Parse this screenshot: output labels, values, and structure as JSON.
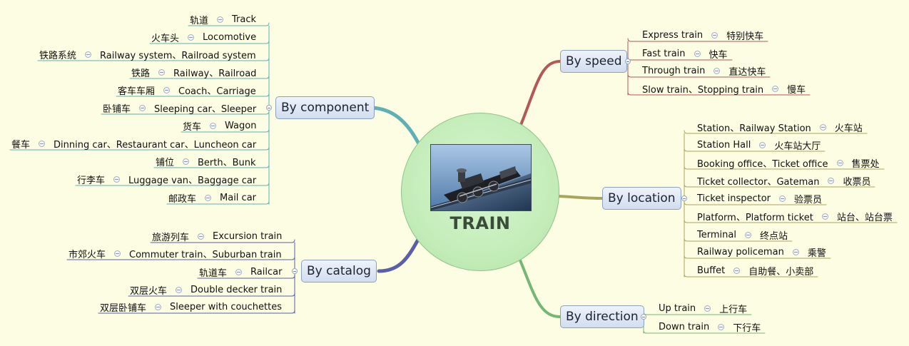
{
  "center": {
    "title": "TRAIN",
    "image": "locomotive-photo"
  },
  "colors": {
    "component": "#5fb0b3",
    "catalog": "#5b5ea8",
    "speed": "#b35757",
    "location": "#aaa55e",
    "direction": "#74b874"
  },
  "branches": {
    "component": {
      "label": "By component",
      "leaves": [
        {
          "cn": "轨道",
          "en": "Track"
        },
        {
          "cn": "火车头",
          "en": "Locomotive"
        },
        {
          "cn": "铁路系统",
          "en": "Railway system、Railroad system"
        },
        {
          "cn": "铁路",
          "en": "Railway、Railroad"
        },
        {
          "cn": "客车车厢",
          "en": "Coach、Carriage"
        },
        {
          "cn": "卧铺车",
          "en": "Sleeping car、Sleeper"
        },
        {
          "cn": "货车",
          "en": "Wagon"
        },
        {
          "cn": "餐车",
          "en": "Dinning car、Restaurant car、Luncheon car"
        },
        {
          "cn": "铺位",
          "en": "Berth、Bunk"
        },
        {
          "cn": "行李车",
          "en": "Luggage van、Baggage car"
        },
        {
          "cn": "邮政车",
          "en": "Mail car"
        }
      ]
    },
    "catalog": {
      "label": "By catalog",
      "leaves": [
        {
          "cn": "旅游列车",
          "en": "Excursion train"
        },
        {
          "cn": "市郊火车",
          "en": "Commuter train、Suburban train"
        },
        {
          "cn": "轨道车",
          "en": "Railcar"
        },
        {
          "cn": "双层火车",
          "en": "Double decker train"
        },
        {
          "cn": "双层卧铺车",
          "en": "Sleeper with couchettes"
        }
      ]
    },
    "speed": {
      "label": "By speed",
      "leaves": [
        {
          "en": "Express train",
          "cn": "特别快车"
        },
        {
          "en": "Fast train",
          "cn": "快车"
        },
        {
          "en": "Through train",
          "cn": "直达快车"
        },
        {
          "en": "Slow train、Stopping train",
          "cn": "慢车"
        }
      ]
    },
    "location": {
      "label": "By location",
      "leaves": [
        {
          "en": "Station、Railway Station",
          "cn": "火车站"
        },
        {
          "en": "Station Hall",
          "cn": "火车站大厅"
        },
        {
          "en": "Booking office、Ticket office",
          "cn": "售票处"
        },
        {
          "en": "Ticket collector、Gateman",
          "cn": "收票员"
        },
        {
          "en": "Ticket inspector",
          "cn": "验票员"
        },
        {
          "en": "Platform、Platform ticket",
          "cn": "站台、站台票"
        },
        {
          "en": "Terminal",
          "cn": "终点站"
        },
        {
          "en": "Railway policeman",
          "cn": "乘警"
        },
        {
          "en": "Buffet",
          "cn": "自助餐、小卖部"
        }
      ]
    },
    "direction": {
      "label": "By direction",
      "leaves": [
        {
          "en": "Up train",
          "cn": "上行车"
        },
        {
          "en": "Down train",
          "cn": "下行车"
        }
      ]
    }
  }
}
